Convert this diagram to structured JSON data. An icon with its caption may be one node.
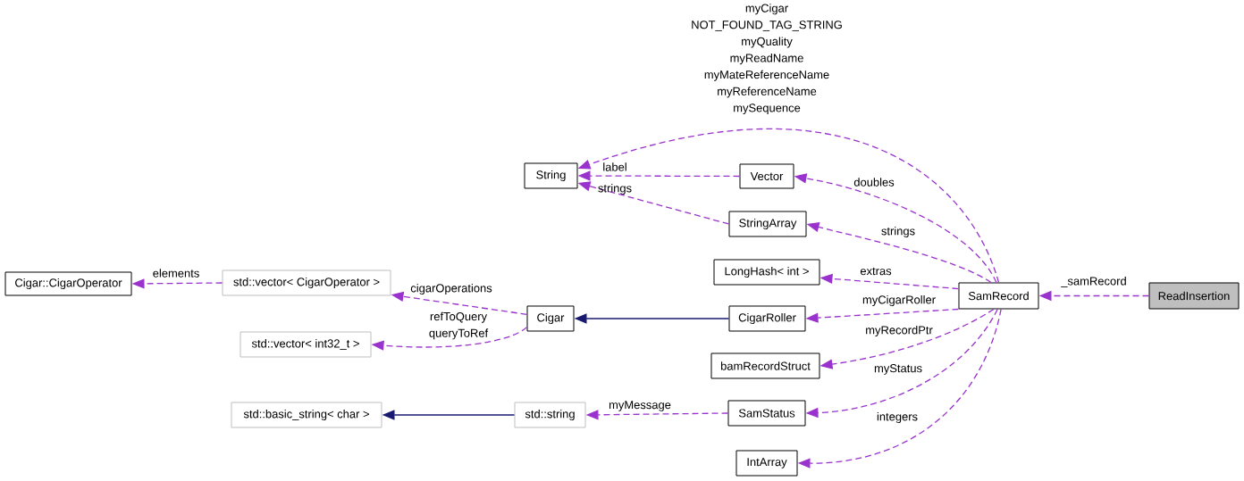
{
  "diagram": {
    "nodes": [
      {
        "text": [
          "Cigar::CigarOperator"
        ]
      },
      {
        "text": [
          "std::vector< CigarOperator >"
        ]
      },
      {
        "text": [
          "std::vector< int32_t >"
        ]
      },
      {
        "text": [
          "std::basic_string< char >"
        ]
      },
      {
        "text": [
          "String"
        ]
      },
      {
        "text": [
          "Vector"
        ]
      },
      {
        "text": [
          "StringArray"
        ]
      },
      {
        "text": [
          "LongHash< int >"
        ]
      },
      {
        "text": [
          "Cigar"
        ]
      },
      {
        "text": [
          "CigarRoller"
        ]
      },
      {
        "text": [
          "bamRecordStruct"
        ]
      },
      {
        "text": [
          "std::string"
        ]
      },
      {
        "text": [
          "SamStatus"
        ]
      },
      {
        "text": [
          "IntArray"
        ]
      },
      {
        "text": [
          "SamRecord"
        ]
      },
      {
        "text": [
          "ReadInsertion"
        ]
      }
    ],
    "edges": [
      {
        "from": 15,
        "to": 14,
        "arrow": "to",
        "label": "_samRecord",
        "style": "dashed"
      },
      {
        "from": 14,
        "to": 4,
        "arrow": "to",
        "label": "myCigar NOT_FOUND_TAG_STRING myQuality myReadName myMateReferenceName myReferenceName mySequence",
        "style": "dashed"
      },
      {
        "from": 5,
        "to": 4,
        "arrow": "to",
        "label": "label",
        "style": "dashed"
      },
      {
        "from": 6,
        "to": 4,
        "arrow": "to",
        "label": "strings",
        "style": "dashed"
      },
      {
        "from": 14,
        "to": 5,
        "arrow": "to",
        "label": "doubles",
        "style": "dashed"
      },
      {
        "from": 14,
        "to": 6,
        "arrow": "to",
        "label": "strings",
        "style": "dashed"
      },
      {
        "from": 14,
        "to": 7,
        "arrow": "to",
        "label": "extras",
        "style": "dashed"
      },
      {
        "from": 14,
        "to": 9,
        "arrow": "to",
        "label": "myCigarRoller",
        "style": "dashed"
      },
      {
        "from": 14,
        "to": 10,
        "arrow": "to",
        "label": "myRecordPtr",
        "style": "dashed"
      },
      {
        "from": 14,
        "to": 12,
        "arrow": "to",
        "label": "myStatus",
        "style": "dashed"
      },
      {
        "from": 14,
        "to": 13,
        "arrow": "to",
        "label": "integers",
        "style": "dashed"
      },
      {
        "from": 9,
        "to": 8,
        "arrow": "to",
        "color": "#191970"
      },
      {
        "from": 8,
        "to": 1,
        "arrow": "to",
        "label": "cigarOperations",
        "style": "dashed"
      },
      {
        "from": 8,
        "to": 2,
        "arrow": "to",
        "label": "refToQuery queryToRef",
        "style": "dashed"
      },
      {
        "from": 1,
        "to": 0,
        "arrow": "to",
        "label": "elements",
        "style": "dashed"
      },
      {
        "from": 12,
        "to": 11,
        "arrow": "to",
        "label": "myMessage",
        "style": "dashed"
      },
      {
        "from": 11,
        "to": 3,
        "arrow": "to",
        "color": "#191970"
      }
    ]
  }
}
